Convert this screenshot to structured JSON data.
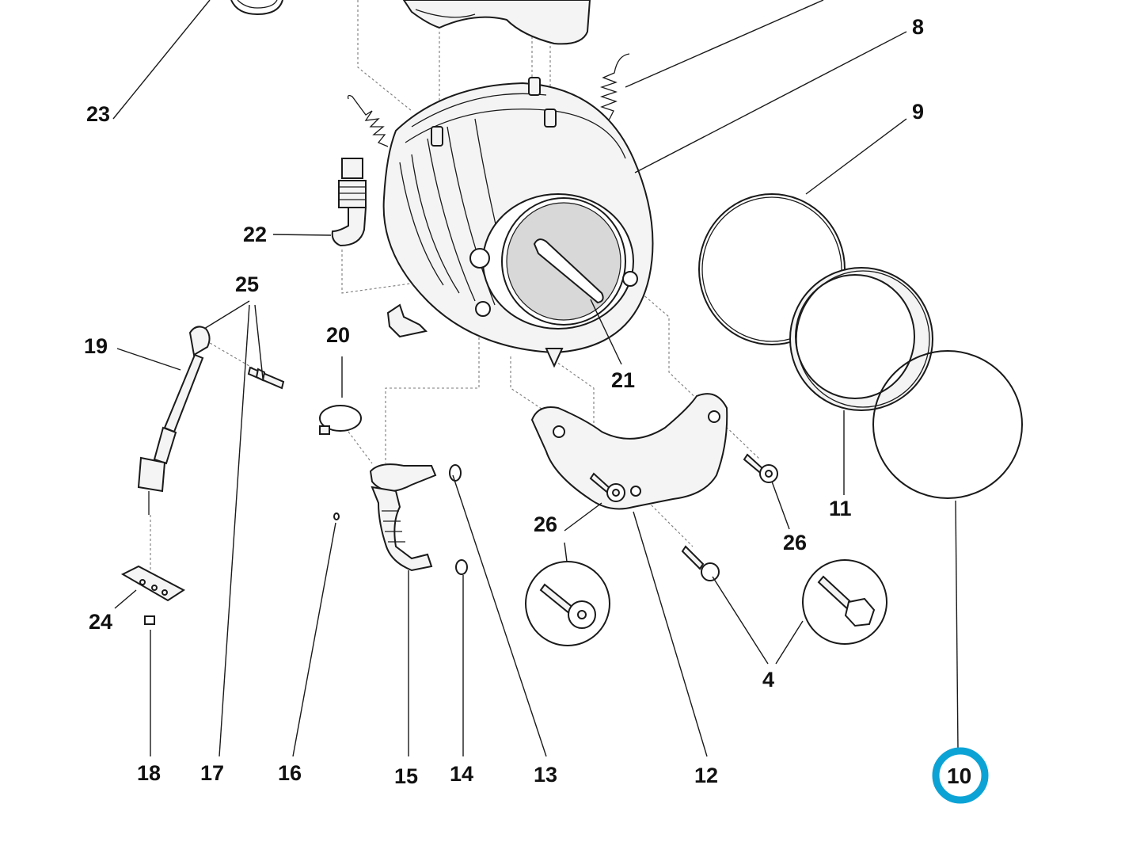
{
  "callouts": {
    "c4": "4",
    "c8": "8",
    "c9": "9",
    "c10": "10",
    "c11": "11",
    "c12": "12",
    "c13": "13",
    "c14": "14",
    "c15": "15",
    "c16": "16",
    "c17": "17",
    "c18": "18",
    "c19": "19",
    "c20": "20",
    "c21": "21",
    "c22": "22",
    "c23": "23",
    "c24": "24",
    "c25": "25",
    "c26a": "26",
    "c26b": "26"
  },
  "colors": {
    "highlight_ring": "#0ba3d6",
    "line": "#1a1a1a",
    "part_fill": "#f4f4f4"
  }
}
